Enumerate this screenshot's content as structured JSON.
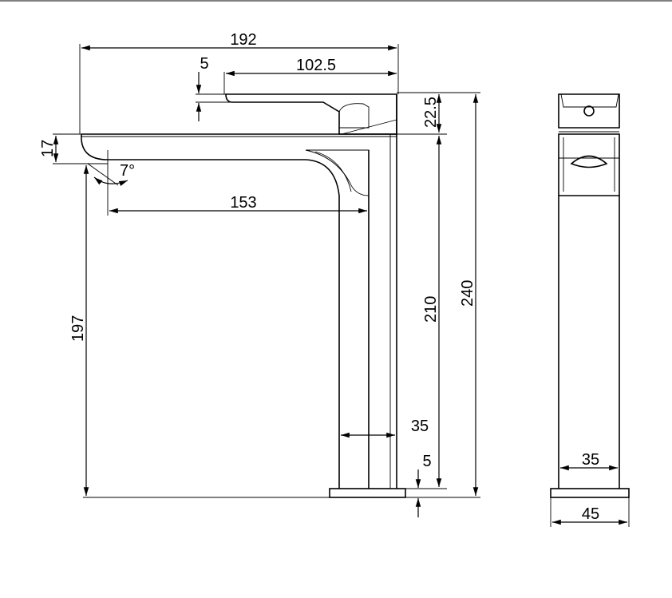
{
  "drawing": {
    "colors": {
      "line": "#000000",
      "background": "#ffffff"
    },
    "side_view": {
      "overall_length": "192",
      "spout_offset": "102.5",
      "handle_offset": "5",
      "handle_height": "22.5",
      "spout_thickness": "17",
      "angle": "7°",
      "spout_reach": "153",
      "spout_height": "197",
      "outlet_height": "210",
      "total_height": "240",
      "body_width": "35",
      "base_thickness": "5"
    },
    "front_view": {
      "body_width": "35",
      "base_width": "45"
    }
  }
}
